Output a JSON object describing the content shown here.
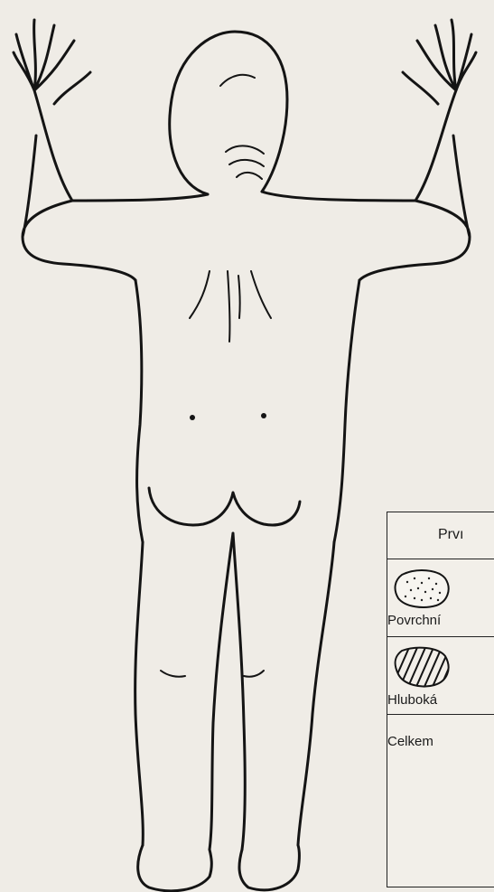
{
  "legend": {
    "header": "Prvı",
    "rows": [
      {
        "label": "Povrchní",
        "pattern": "dotted"
      },
      {
        "label": "Hluboká",
        "pattern": "hatched"
      },
      {
        "label": "Celkem",
        "pattern": "none"
      }
    ]
  },
  "colors": {
    "paper": "#efece6",
    "ink": "#141414"
  }
}
